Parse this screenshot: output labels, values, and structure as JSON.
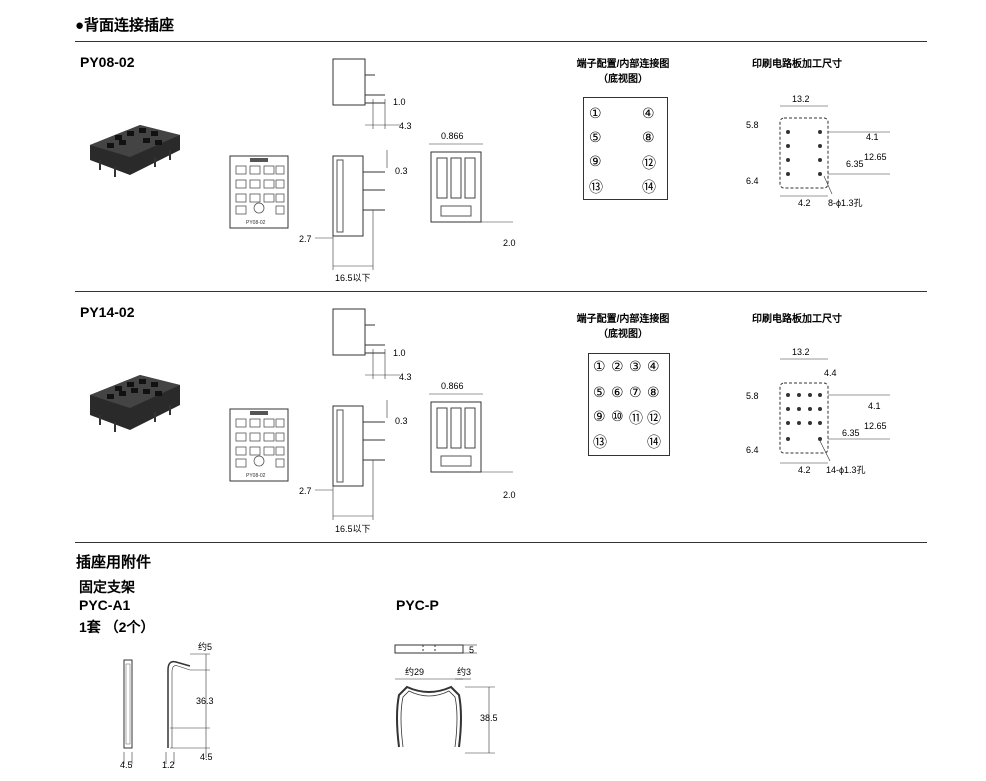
{
  "section_title": "●背面连接插座",
  "products": [
    {
      "model": "PY08-02",
      "terminal_title_1": "端子配置/内部连接图",
      "terminal_title_2": "（底视图）",
      "pcb_title": "印刷电路板加工尺寸",
      "terminals": [
        "①",
        "④",
        "⑤",
        "⑧",
        "⑨",
        "⑫",
        "⑬",
        "⑭"
      ],
      "dims": {
        "d10": "1.0",
        "d43": "4.3",
        "d03": "0.3",
        "d27": "2.7",
        "d165": "16.5以下",
        "d0866": "0.866",
        "d20": "2.0",
        "socket_label": "PY08-02"
      },
      "pcb": {
        "w": "13.2",
        "a": "5.8",
        "b": "4.1",
        "c": "12.65",
        "d": "6.35",
        "e": "6.4",
        "f": "4.2",
        "holes": "8-ϕ1.3孔"
      }
    },
    {
      "model": "PY14-02",
      "terminal_title_1": "端子配置/内部连接图",
      "terminal_title_2": "（底视图）",
      "pcb_title": "印刷电路板加工尺寸",
      "terminals": [
        "①",
        "②",
        "③",
        "④",
        "⑤",
        "⑥",
        "⑦",
        "⑧",
        "⑨",
        "⑩",
        "⑪",
        "⑫",
        "⑬",
        "⑭"
      ],
      "dims": {
        "d10": "1.0",
        "d43": "4.3",
        "d03": "0.3",
        "d27": "2.7",
        "d165": "16.5以下",
        "d0866": "0.866",
        "d20": "2.0",
        "socket_label": "PY08-02"
      },
      "pcb": {
        "w": "13.2",
        "top": "4.4",
        "a": "5.8",
        "b": "4.1",
        "c": "12.65",
        "d": "6.35",
        "e": "6.4",
        "f": "4.2",
        "holes": "14-ϕ1.3孔"
      }
    }
  ],
  "accessories": {
    "title": "插座用附件",
    "bracket_title": "固定支架",
    "bracket_model": "PYC-A1",
    "bracket_qty": "1套 （2个）",
    "clip_model": "PYC-P",
    "a1_dims": {
      "top": "约5",
      "h": "36.3",
      "bot": "4.5",
      "w1": "4.5",
      "w2": "1.2"
    },
    "p_dims": {
      "t5": "5",
      "w29": "约29",
      "w3": "约3",
      "h": "38.5"
    }
  }
}
